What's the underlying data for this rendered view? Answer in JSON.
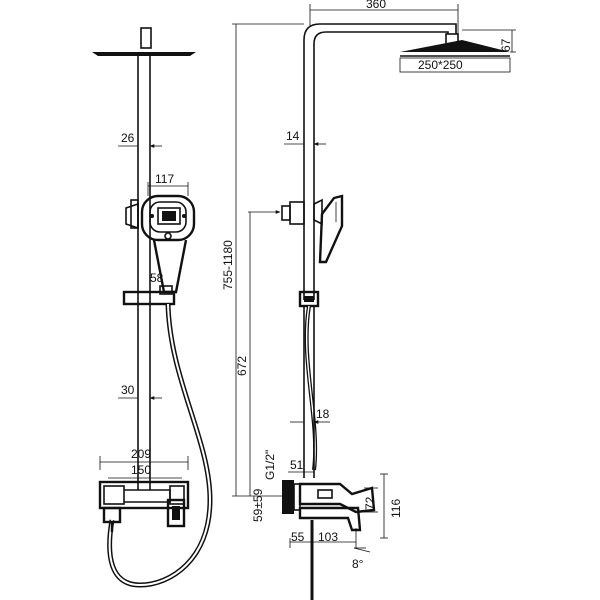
{
  "drawing": {
    "front_view": {
      "dims": {
        "rod_gap": "26",
        "handshower_width": "117",
        "slider_offset": "58",
        "lower_gap": "30",
        "mixer_overall": "209",
        "mixer_body": "150"
      }
    },
    "side_view": {
      "dims": {
        "arm_reach": "360",
        "head_thickness": "67",
        "head_size": "250*250",
        "rod_diameter": "14",
        "height_range": "755-1180",
        "bracket_height": "672",
        "pipe_diameter": "18",
        "inlet_thread": "G1/2\"",
        "eccentric": "59±59",
        "cover_depth": "51",
        "mixer_height": "116",
        "lever_height": "72",
        "inlet_offset": "55",
        "spout_reach": "103",
        "spout_angle": "8°"
      }
    }
  }
}
